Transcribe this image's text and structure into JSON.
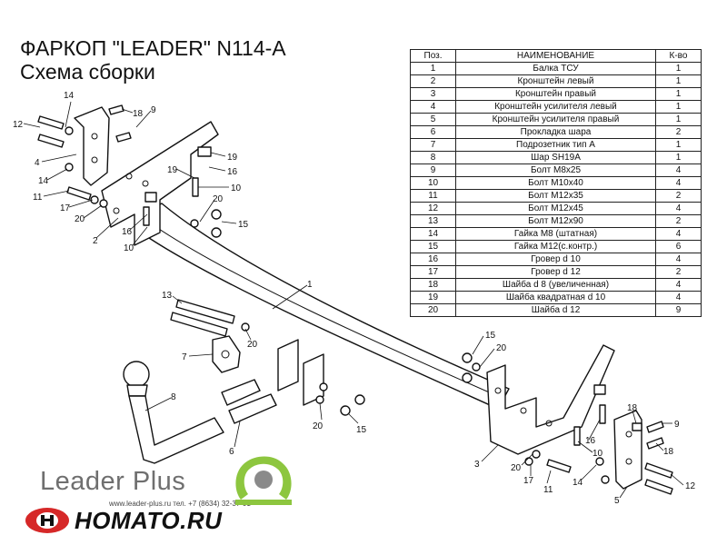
{
  "header": {
    "title": "ФАРКОП \"LEADER\" N114-A",
    "subtitle": "Схема сборки"
  },
  "table": {
    "columns": [
      "Поз.",
      "НАИМЕНОВАНИЕ",
      "К-во"
    ],
    "rows": [
      [
        "1",
        "Балка ТСУ",
        "1"
      ],
      [
        "2",
        "Кронштейн левый",
        "1"
      ],
      [
        "3",
        "Кронштейн правый",
        "1"
      ],
      [
        "4",
        "Кронштейн усилителя левый",
        "1"
      ],
      [
        "5",
        "Кронштейн усилителя правый",
        "1"
      ],
      [
        "6",
        "Прокладка шара",
        "2"
      ],
      [
        "7",
        "Подрозетник тип А",
        "1"
      ],
      [
        "8",
        "Шар SH19A",
        "1"
      ],
      [
        "9",
        "Болт М8х25",
        "4"
      ],
      [
        "10",
        "Болт М10х40",
        "4"
      ],
      [
        "11",
        "Болт М12х35",
        "2"
      ],
      [
        "12",
        "Болт М12х45",
        "4"
      ],
      [
        "13",
        "Болт М12х90",
        "2"
      ],
      [
        "14",
        "Гайка  М8 (штатная)",
        "4"
      ],
      [
        "15",
        "Гайка М12(с.контр.)",
        "6"
      ],
      [
        "16",
        "Гровер d 10",
        "4"
      ],
      [
        "17",
        "Гровер d 12",
        "2"
      ],
      [
        "18",
        "Шайба d 8 (увеличенная)",
        "4"
      ],
      [
        "19",
        "Шайба квадратная d 10",
        "4"
      ],
      [
        "20",
        "Шайба d 12",
        "9"
      ]
    ]
  },
  "callouts": [
    {
      "id": "c14a",
      "label": "14"
    },
    {
      "id": "c12a",
      "label": "12"
    },
    {
      "id": "c18a",
      "label": "18"
    },
    {
      "id": "c9a",
      "label": "9"
    },
    {
      "id": "c4",
      "label": "4"
    },
    {
      "id": "c14b",
      "label": "14"
    },
    {
      "id": "c11a",
      "label": "11"
    },
    {
      "id": "c17a",
      "label": "17"
    },
    {
      "id": "c20a",
      "label": "20"
    },
    {
      "id": "c2",
      "label": "2"
    },
    {
      "id": "c16a",
      "label": "16"
    },
    {
      "id": "c10a",
      "label": "10"
    },
    {
      "id": "c19a",
      "label": "19"
    },
    {
      "id": "c19b",
      "label": "19"
    },
    {
      "id": "c16b",
      "label": "16"
    },
    {
      "id": "c10b",
      "label": "10"
    },
    {
      "id": "c20b",
      "label": "20"
    },
    {
      "id": "c15a",
      "label": "15"
    },
    {
      "id": "c1",
      "label": "1"
    },
    {
      "id": "c13",
      "label": "13"
    },
    {
      "id": "c7",
      "label": "7"
    },
    {
      "id": "c20c",
      "label": "20"
    },
    {
      "id": "c8",
      "label": "8"
    },
    {
      "id": "c6",
      "label": "6"
    },
    {
      "id": "c20d",
      "label": "20"
    },
    {
      "id": "c15b",
      "label": "15"
    },
    {
      "id": "c15c",
      "label": "15"
    },
    {
      "id": "c20e",
      "label": "20"
    },
    {
      "id": "c3",
      "label": "3"
    },
    {
      "id": "c20f",
      "label": "20"
    },
    {
      "id": "c17b",
      "label": "17"
    },
    {
      "id": "c11b",
      "label": "11"
    },
    {
      "id": "c16c",
      "label": "16"
    },
    {
      "id": "c10c",
      "label": "10"
    },
    {
      "id": "c14c",
      "label": "14"
    },
    {
      "id": "c18b",
      "label": "18"
    },
    {
      "id": "c9b",
      "label": "9"
    },
    {
      "id": "c18c",
      "label": "18"
    },
    {
      "id": "c12b",
      "label": "12"
    },
    {
      "id": "c5",
      "label": "5"
    }
  ],
  "branding": {
    "brand": "Leader Plus",
    "contact": "www.leader-plus.ru   тел. +7 (8634) 32-37-91",
    "seller": "HOMATO.RU",
    "colors": {
      "brand_gray": "#6f6f6f",
      "logo_green": "#8dc63f",
      "seller_red": "#d62828"
    }
  }
}
